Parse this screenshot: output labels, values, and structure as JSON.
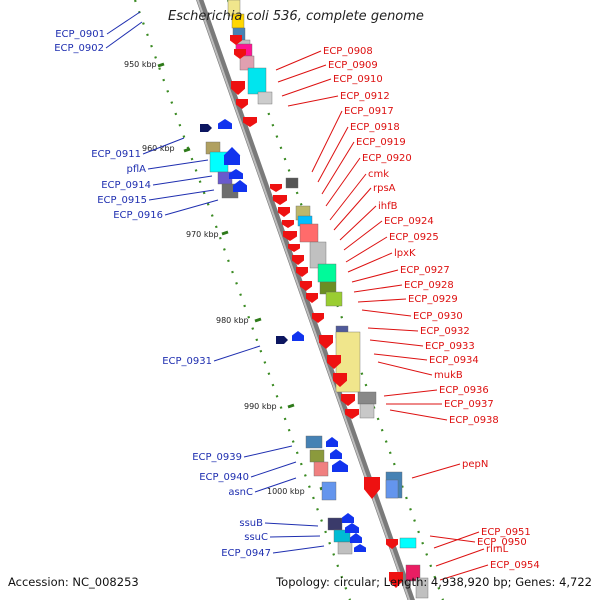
{
  "title": "Escherichia coli 536, complete genome",
  "footer": {
    "accession": "Accession: NC_008253",
    "summary": "Topology: circular; Length: 4,938,920 bp; Genes: 4,722"
  },
  "colors": {
    "backbone": "#888888",
    "ruler_tick": "#3a8a22",
    "label_left": "#1f2fb0",
    "label_right": "#dd1111",
    "arrow_red": "#ee1111",
    "arrow_blue": "#1133ee",
    "arrow_navy": "#0c1660"
  },
  "ruler_labels": [
    "950 kbp",
    "960 kbp",
    "970 kbp",
    "980 kbp",
    "990 kbp",
    "1000 kbp"
  ],
  "left_labels": [
    "ECP_0901",
    "ECP_0902",
    "ECP_0911",
    "pflA",
    "ECP_0914",
    "ECP_0915",
    "ECP_0916",
    "ECP_0931",
    "ECP_0939",
    "ECP_0940",
    "asnC",
    "ssuB",
    "ssuC",
    "ECP_0947"
  ],
  "right_labels": [
    "ECP_0908",
    "ECP_0909",
    "ECP_0910",
    "ECP_0912",
    "ECP_0917",
    "ECP_0918",
    "ECP_0919",
    "ECP_0920",
    "cmk",
    "rpsA",
    "ihfB",
    "ECP_0924",
    "ECP_0925",
    "lpxK",
    "ECP_0927",
    "ECP_0928",
    "ECP_0929",
    "ECP_0930",
    "ECP_0932",
    "ECP_0933",
    "ECP_0934",
    "mukB",
    "ECP_0936",
    "ECP_0937",
    "ECP_0938",
    "pepN",
    "ECP_0950",
    "ECP_0951",
    "rlmL",
    "ECP_0954"
  ]
}
